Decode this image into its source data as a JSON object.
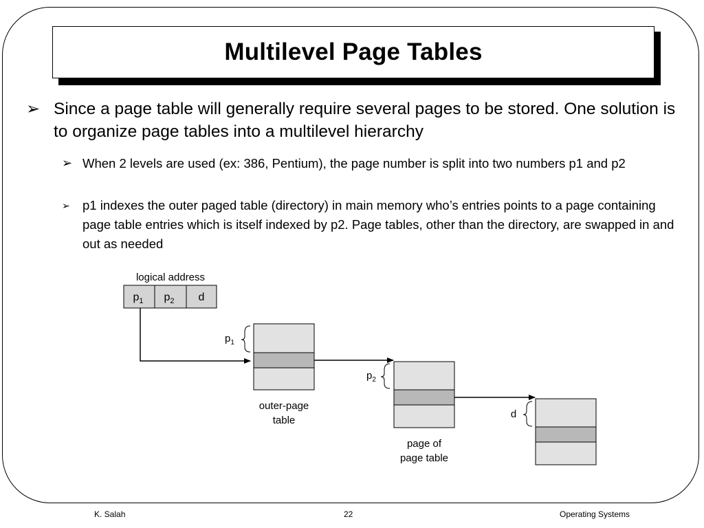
{
  "slide": {
    "title": "Multilevel Page Tables",
    "bullets": [
      {
        "symbol": "➢",
        "text": "Since a page table will generally require several pages to be stored. One solution is to organize page tables into a multilevel hierarchy"
      },
      {
        "symbol": "➢",
        "text": "When 2 levels are used (ex: 386, Pentium), the page number is split into two numbers p1 and p2"
      },
      {
        "symbol": "➢",
        "text": "p1 indexes the outer paged table (directory) in main memory who’s entries points to a page containing page table entries which is itself indexed by p2. Page tables, other than the directory, are swapped in and out as needed"
      }
    ]
  },
  "diagram": {
    "logical_address_label": "logical address",
    "fields": [
      {
        "base": "p",
        "sub": "1"
      },
      {
        "base": "p",
        "sub": "2"
      },
      {
        "base": "d",
        "sub": ""
      }
    ],
    "brace_labels": [
      {
        "base": "p",
        "sub": "1"
      },
      {
        "base": "p",
        "sub": "2"
      },
      {
        "base": "d",
        "sub": ""
      }
    ],
    "outer_table_label": [
      "outer-page",
      "table"
    ],
    "page_of_table_label": [
      "page of",
      "page table"
    ],
    "colors": {
      "box_fill": "#e2e2e2",
      "entry_fill": "#b8b8b8",
      "field_fill": "#d4d4d4"
    }
  },
  "footer": {
    "author": "K. Salah",
    "page_number": "22",
    "course": "Operating Systems"
  }
}
